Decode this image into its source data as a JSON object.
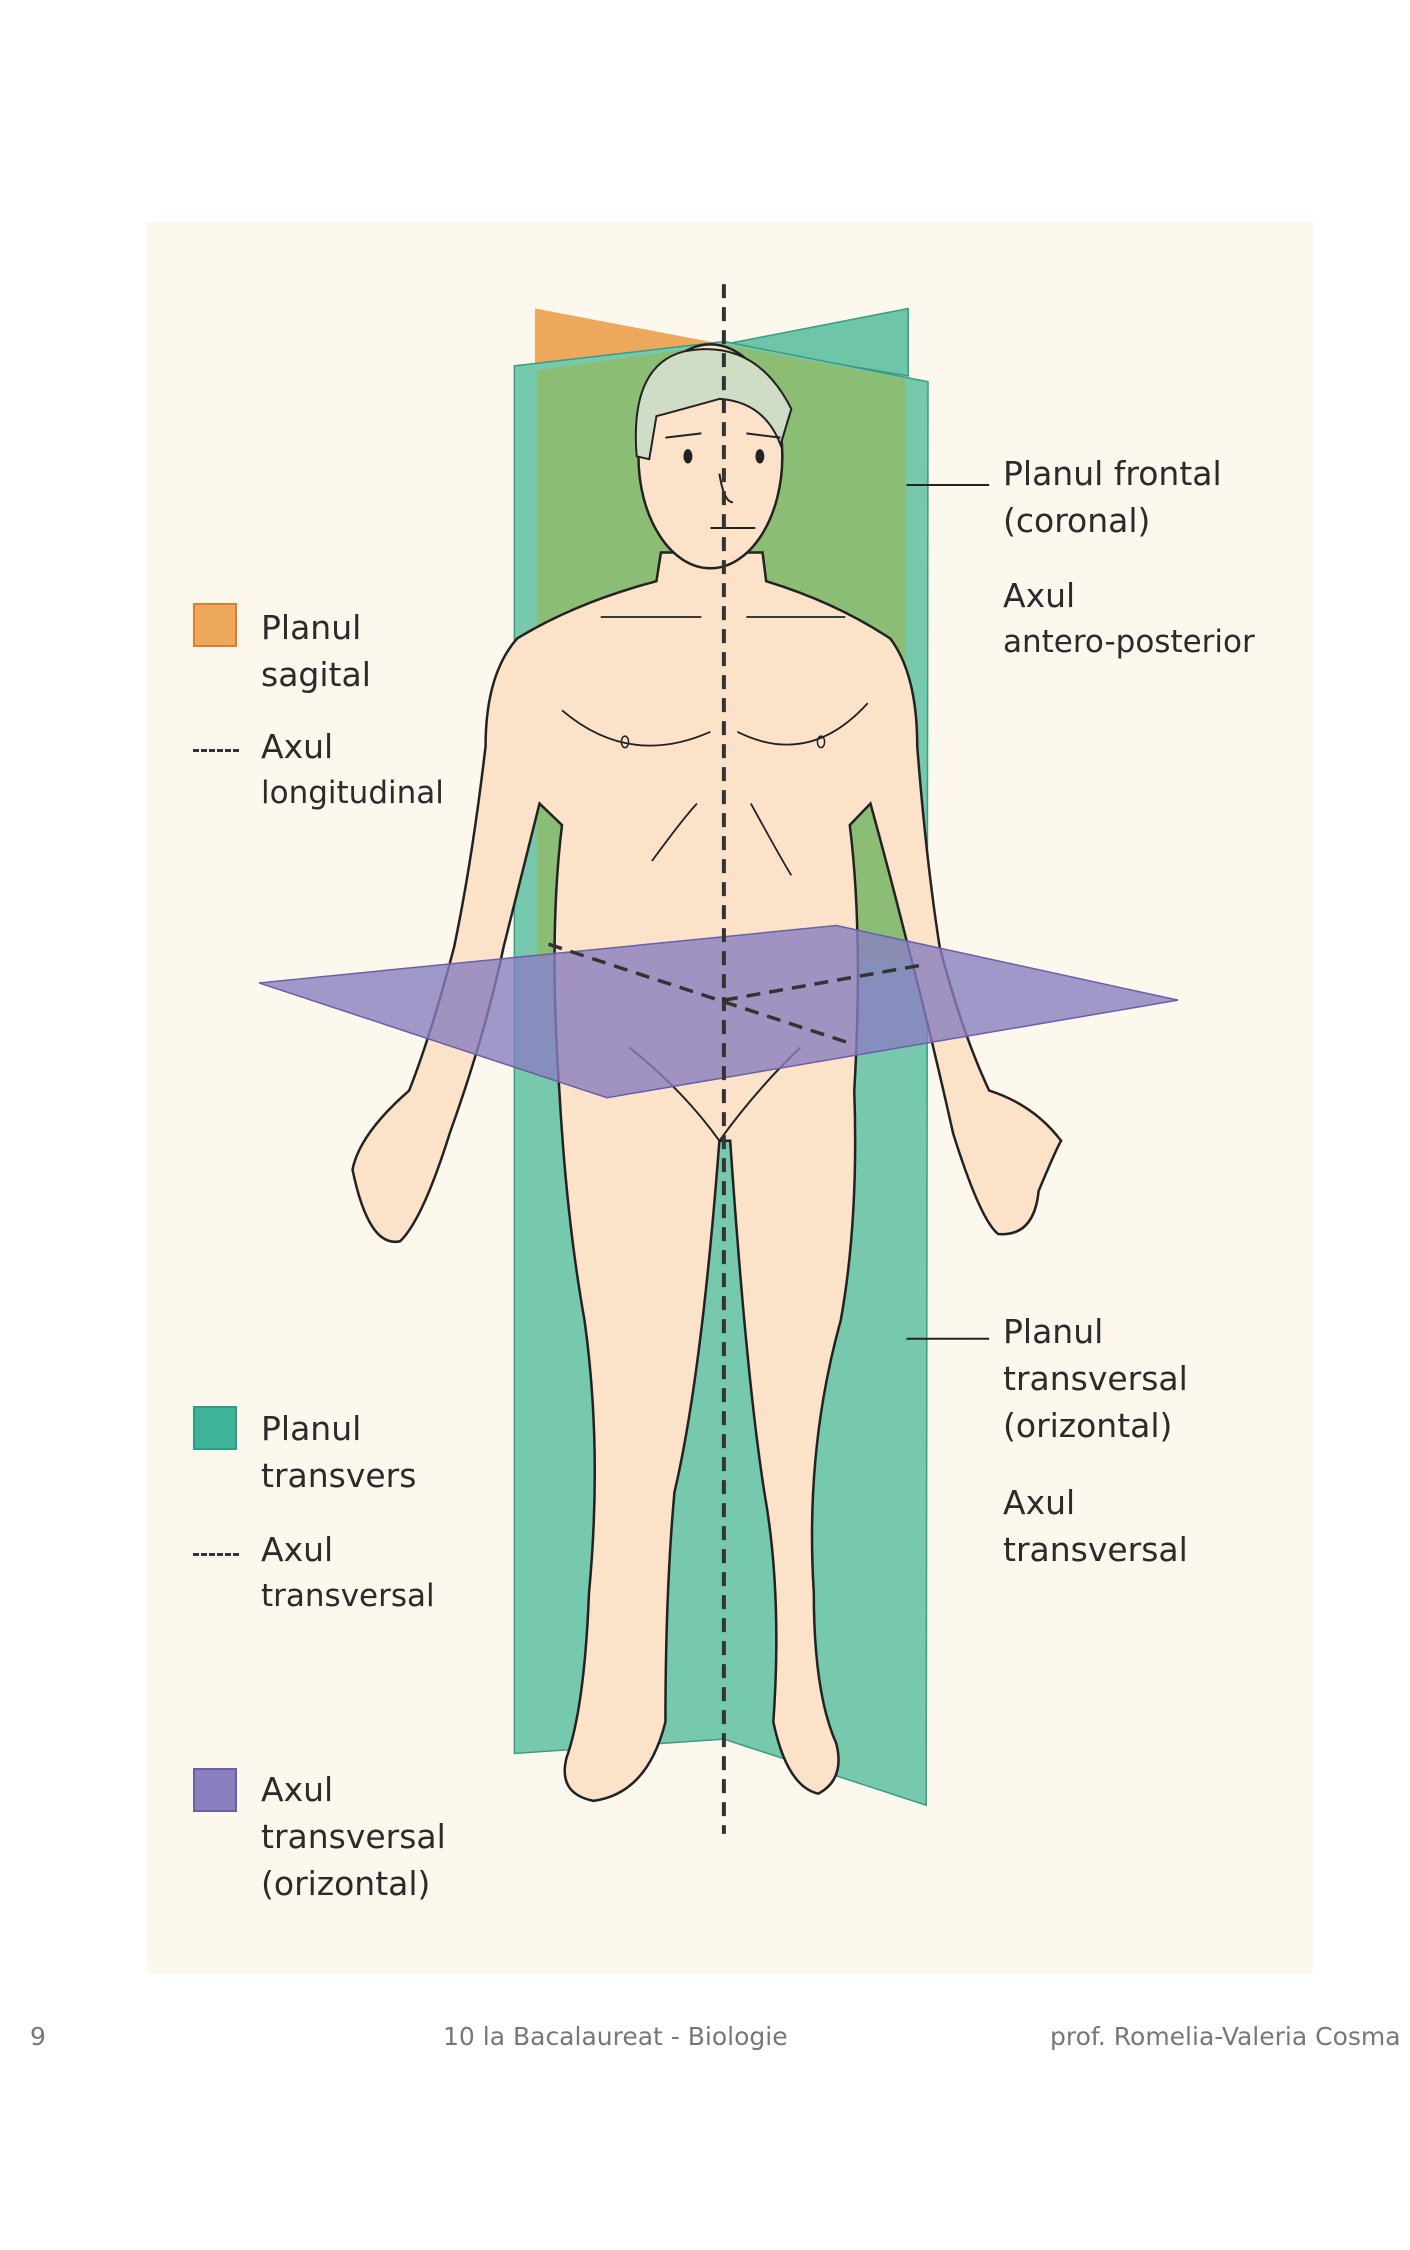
{
  "legend_left": [
    {
      "swatch": "orange",
      "lines": [
        "Planul",
        "sagital"
      ]
    },
    {
      "swatch": "dash",
      "lines": [
        "Axul",
        "longitudinal"
      ]
    },
    {
      "swatch": "teal",
      "lines": [
        "Planul",
        "transvers"
      ]
    },
    {
      "swatch": "dash",
      "lines": [
        "Axul",
        "transversal"
      ]
    },
    {
      "swatch": "purple",
      "lines": [
        "Axul",
        "transversal",
        "(orizontal)"
      ]
    }
  ],
  "labels_right": [
    {
      "lines": [
        "Planul frontal",
        "(coronal)"
      ]
    },
    {
      "lines": [
        "Axul",
        "antero-posterior"
      ]
    },
    {
      "lines": [
        "Planul",
        "transversal",
        "(orizontal)"
      ]
    },
    {
      "lines": [
        "Axul",
        "transversal"
      ]
    }
  ],
  "footer": {
    "page_number": "9",
    "title": "10 la Bacalaureat - Biologie",
    "author": "prof. Romelia-Valeria Cosma"
  },
  "colors": {
    "sagittal": "#eea85c",
    "frontal": "#6fc5a8",
    "overlap": "#8cbd74",
    "transverse": "#9488c4",
    "skin": "#fbe2c8",
    "background": "#fdf8ee"
  }
}
